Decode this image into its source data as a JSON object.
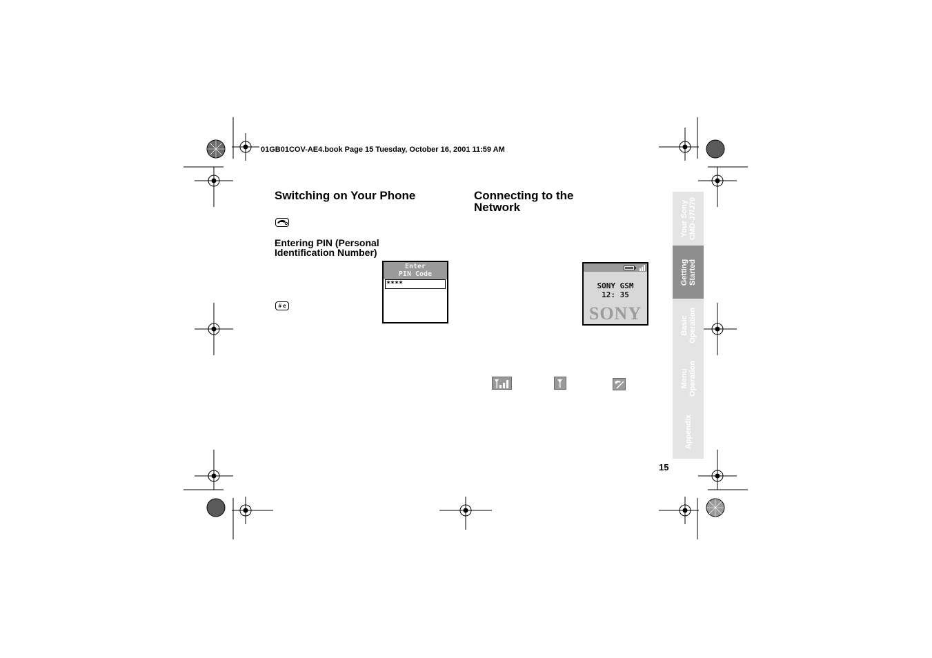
{
  "header": {
    "book_line": "01GB01COV-AE4.book  Page 15  Tuesday, October 16, 2001  11:59 AM"
  },
  "left": {
    "heading": "Switching on Your Phone",
    "power_key_icon": "power-key-icon",
    "subheading": "Entering PIN (Personal Identification Number)",
    "hash_key_label": "# e",
    "pin_screen": {
      "title_line1": "Enter",
      "title_line2": "PIN Code",
      "field_value": "****"
    }
  },
  "right": {
    "heading": "Connecting to the Network",
    "network_screen": {
      "operator": "SONY GSM",
      "time": "12: 35",
      "logo": "SONY"
    },
    "status_icons": [
      "signal-strength-icon",
      "no-network-icon",
      "emergency-call-icon"
    ]
  },
  "tabs": [
    {
      "label": "Your Sony\nCMD-J7/J70",
      "active": false
    },
    {
      "label": "Getting\nStarted",
      "active": true
    },
    {
      "label": "Basic\nOperation",
      "active": false
    },
    {
      "label": "Menu\nOperation",
      "active": false
    },
    {
      "label": "Appendix",
      "active": false
    }
  ],
  "page_number": "15",
  "colors": {
    "tab_background": "#e4e4e4",
    "tab_active": "#8e8e8e",
    "screen_gray": "#9a9a9a"
  }
}
